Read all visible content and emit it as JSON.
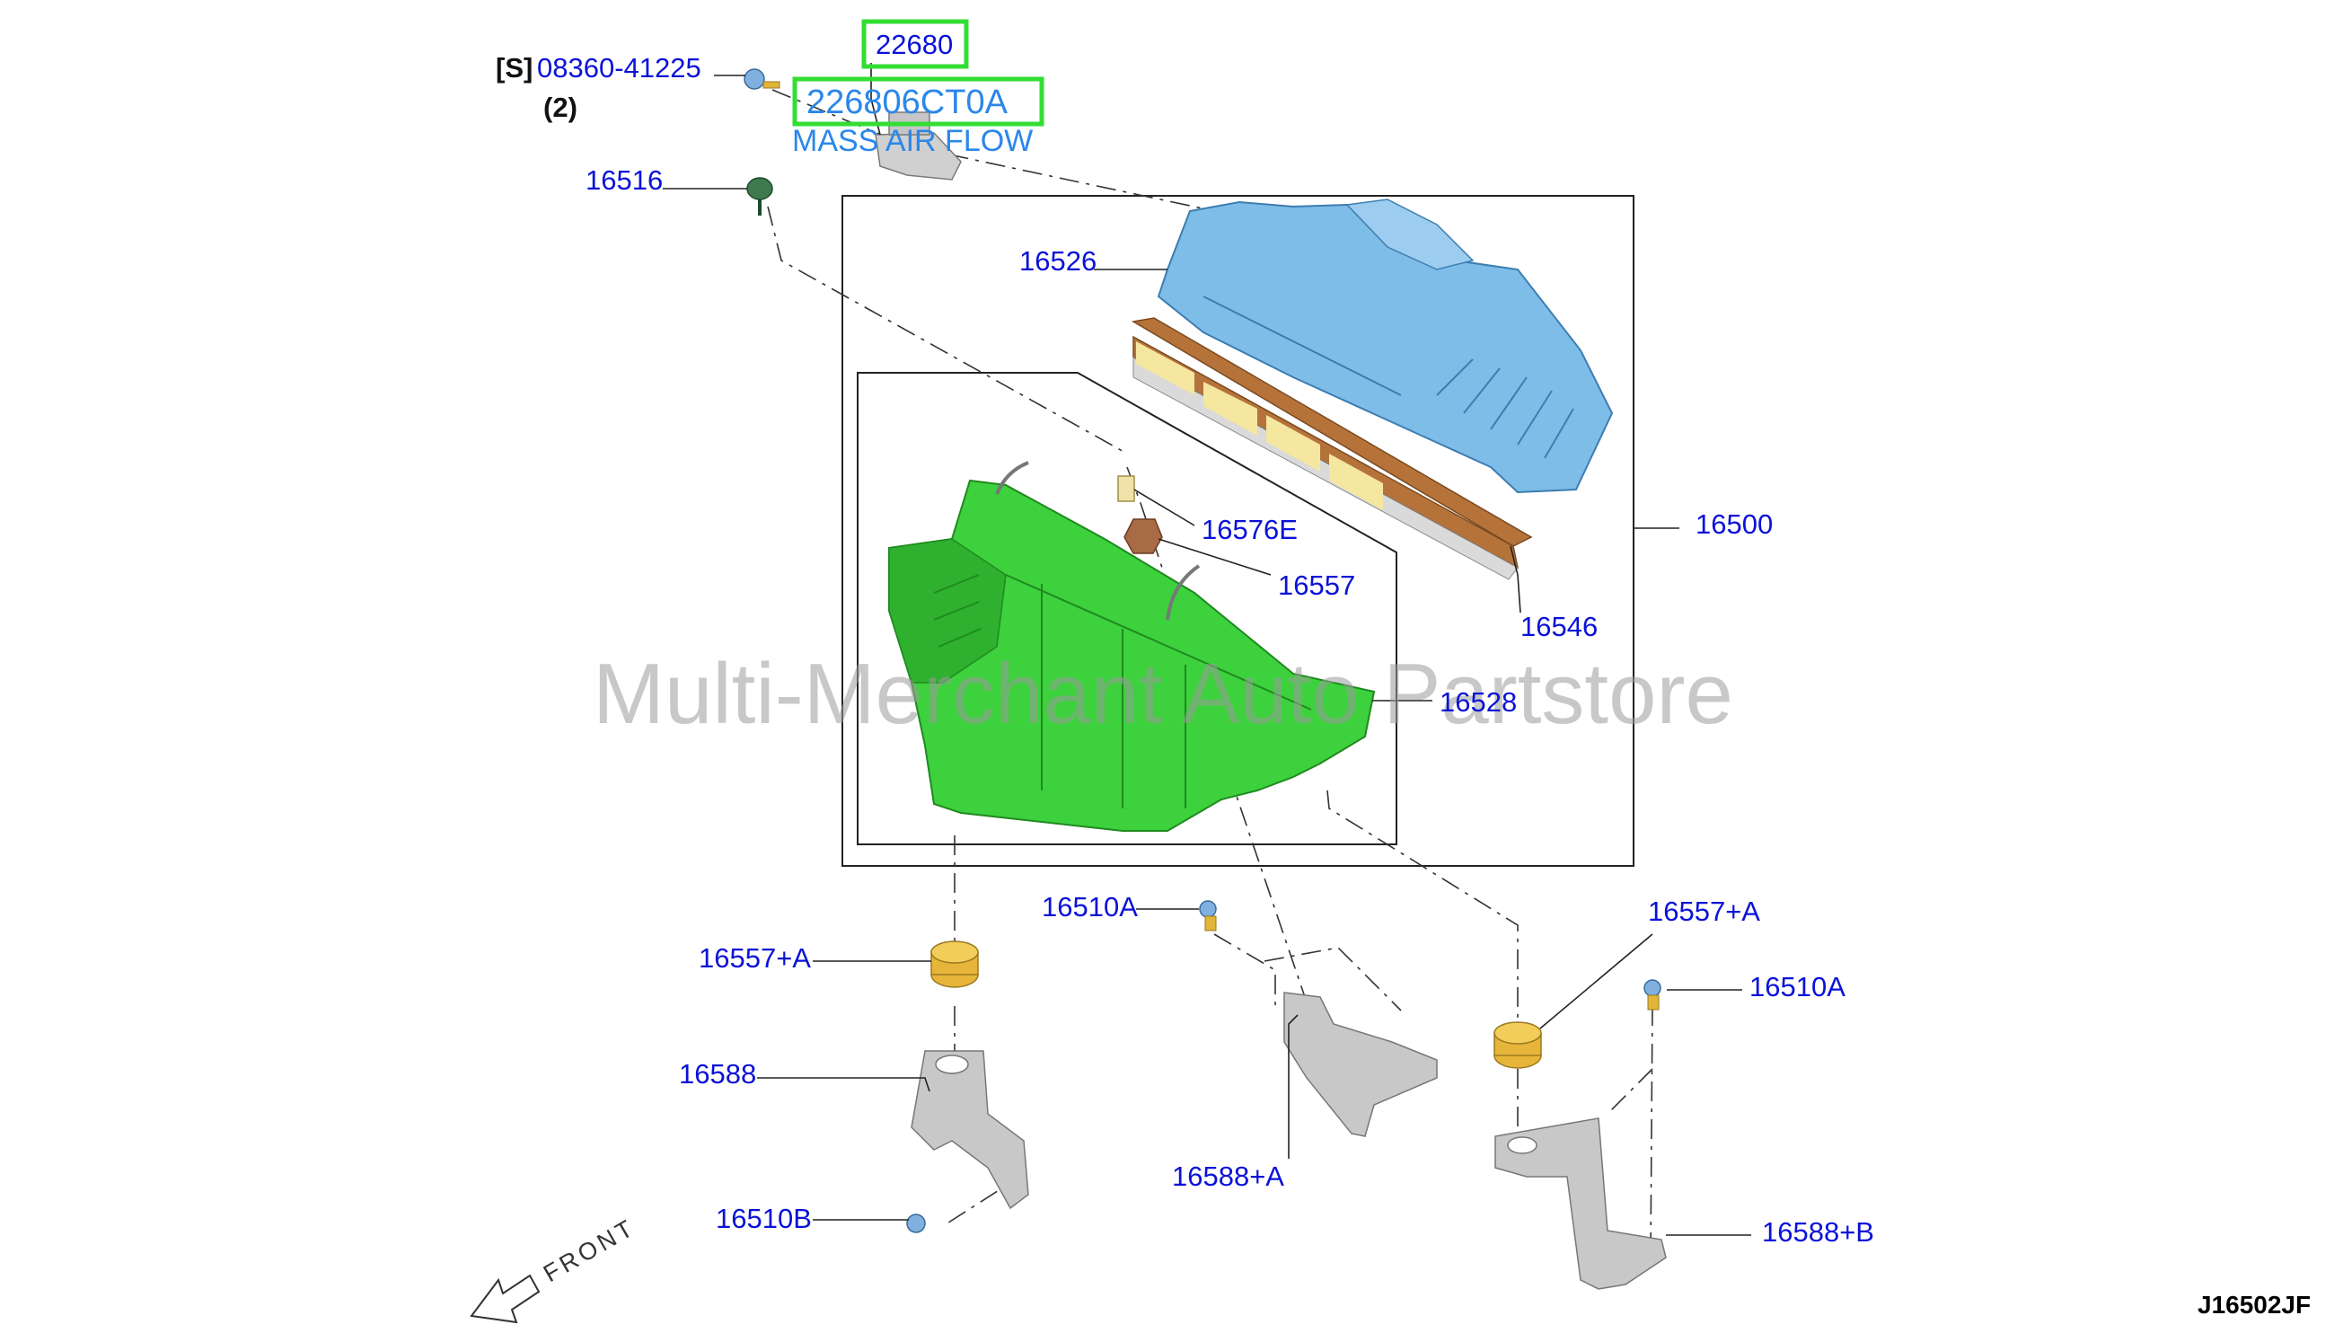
{
  "diagram": {
    "watermark": "Multi-Merchant Auto Partstore",
    "diagram_code": "J16502JF",
    "front_label": "FRONT",
    "callouts": {
      "s_prefix": "[S]",
      "bolt_part": "08360-41225",
      "bolt_qty": "(2)",
      "maf": "22680",
      "maf_part": "226806CT0A",
      "maf_name": "MASS AIR FLOW",
      "clip_16516": "16516",
      "upper_case": "16526",
      "assy_16500": "16500",
      "filter": "16546",
      "grommet_16576E": "16576E",
      "mount_16557": "16557",
      "lower_case": "16528",
      "bolt_16510A_left": "16510A",
      "mount_left": "16557+A",
      "mount_right": "16557+A",
      "bolt_16510A_right": "16510A",
      "bracket_16588": "16588",
      "bracket_16588A": "16588+A",
      "bolt_16510B": "16510B",
      "bracket_16588B": "16588+B"
    },
    "colors": {
      "upper_case": "#7fbde9",
      "lower_case": "#3dd13d",
      "filter_frame": "#b5733a",
      "filter_media": "#f5e6a0",
      "highlight": "#33dd33",
      "label": "#0a12d8",
      "maf_label": "#2b87ea",
      "bracket": "#c8c8c8",
      "mount_rubber": "#e6b53a"
    }
  }
}
